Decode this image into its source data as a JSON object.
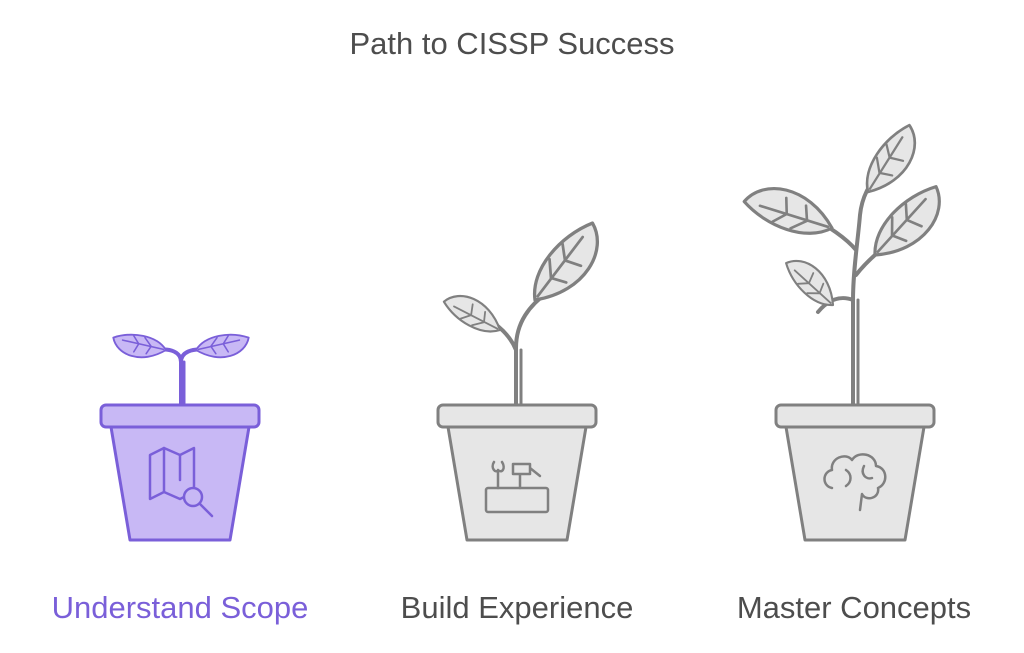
{
  "title": "Path to CISSP Success",
  "stages": [
    {
      "label": "Understand Scope",
      "icon": "map-search-icon",
      "highlighted": true
    },
    {
      "label": "Build Experience",
      "icon": "toolbox-icon",
      "highlighted": false
    },
    {
      "label": "Master Concepts",
      "icon": "brain-icon",
      "highlighted": false
    }
  ],
  "colors": {
    "highlight_fill": "#c8b8f5",
    "highlight_stroke": "#7a5fd9",
    "neutral_fill": "#e6e6e6",
    "neutral_stroke": "#808080",
    "text": "#4d4d4d"
  }
}
